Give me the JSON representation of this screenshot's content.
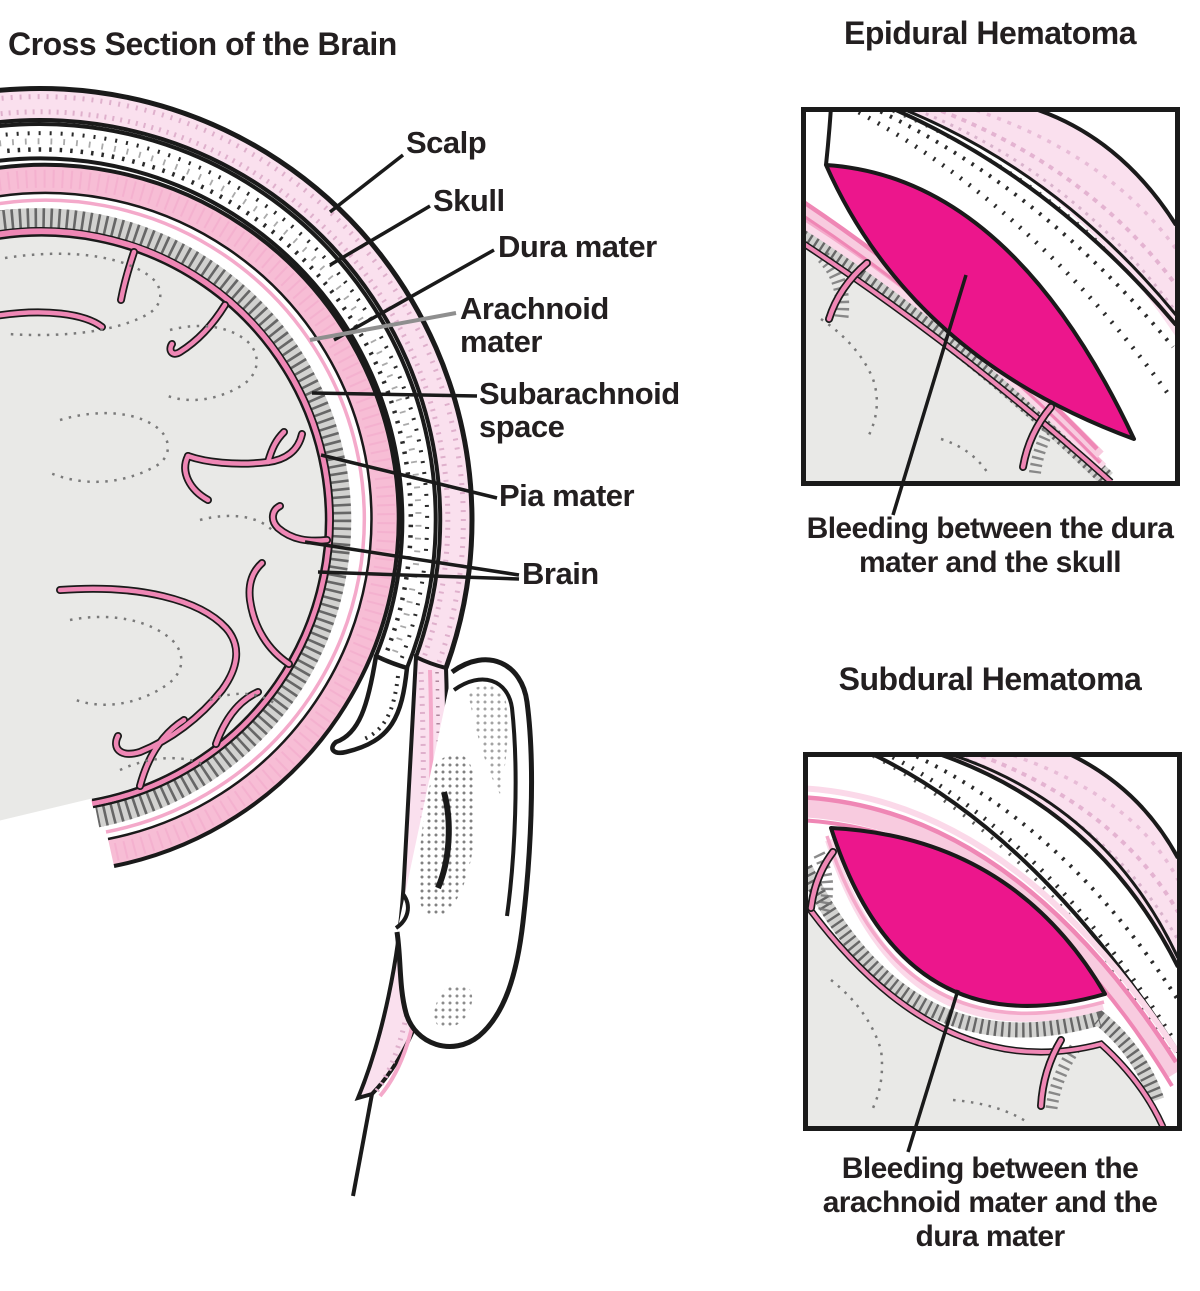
{
  "title": "Cross Section of the Brain",
  "labels": {
    "scalp": "Scalp",
    "skull": "Skull",
    "dura": "Dura mater",
    "arachnoid": "Arachnoid mater",
    "subarachnoid": "Subarachnoid space",
    "pia": "Pia mater",
    "brain": "Brain"
  },
  "insets": {
    "epidural": {
      "title": "Epidural Hematoma",
      "caption": "Bleeding between the dura mater and the skull"
    },
    "subdural": {
      "title": "Subdural Hematoma",
      "caption": "Bleeding between the arachnoid mater and the dura mater"
    }
  },
  "colors": {
    "ink": "#231f20",
    "magenta": "#ec168c",
    "pink-strong": "#ef87b5",
    "pink-line": "#f4a9ca",
    "pink-band": "#f7bdd5",
    "pink-pale": "#fae0ee",
    "brain-gray": "#e9e9e7",
    "hatch-dark": "#676767"
  }
}
